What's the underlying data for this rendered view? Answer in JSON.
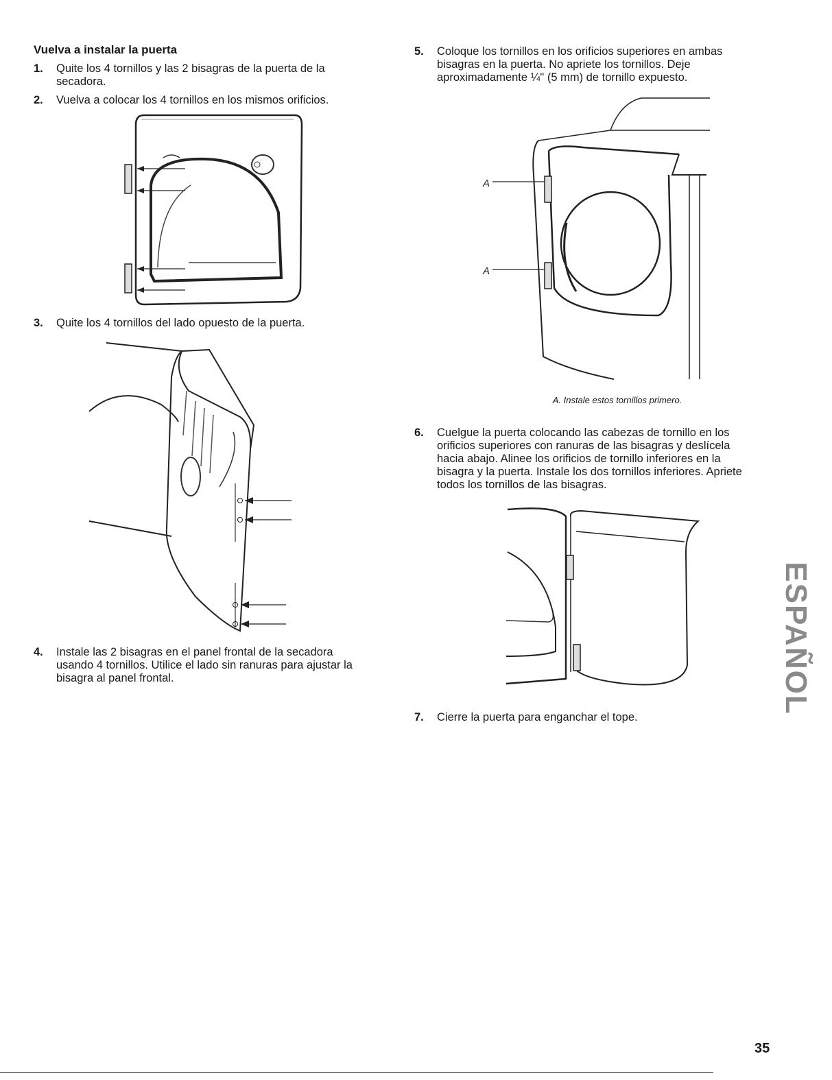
{
  "section_title": "Vuelva a instalar la puerta",
  "steps": [
    {
      "num": "1.",
      "lines": [
        "Quite los 4 tornillos y las 2 bisagras de la puerta de la",
        "secadora."
      ]
    },
    {
      "num": "2.",
      "lines": [
        "Vuelva a colocar los 4 tornillos en los mismos orificios."
      ]
    },
    {
      "num": "3.",
      "lines": [
        "Quite los 4 tornillos del lado opuesto de la puerta."
      ]
    },
    {
      "num": "4.",
      "lines": [
        "Instale las 2 bisagras en el panel frontal de la secadora",
        "usando 4 tornillos. Utilice el lado sin ranuras para ajustar la",
        "bisagra al panel frontal."
      ]
    },
    {
      "num": "5.",
      "lines": [
        "Coloque los tornillos en los orificios superiores en ambas",
        "bisagras en la puerta. No apriete los tornillos. Deje",
        "aproximadamente ¼\" (5 mm) de tornillo expuesto."
      ]
    },
    {
      "num": "6.",
      "lines": [
        "Cuelgue la puerta colocando las cabezas de tornillo en los",
        "orificios superiores con ranuras de las bisagras y deslícela",
        "hacia abajo. Alinee los orificios de tornillo inferiores en la",
        "bisagra y la puerta. Instale los dos tornillos inferiores. Apriete",
        "todos los tornillos de las bisagras."
      ]
    },
    {
      "num": "7.",
      "lines": [
        "Cierre la puerta para enganchar el tope."
      ]
    }
  ],
  "figure_labels": {
    "a": "A"
  },
  "caption": "A. Instale estos tornillos primero.",
  "side_label": "ESPAÑOL",
  "page_number": "35"
}
